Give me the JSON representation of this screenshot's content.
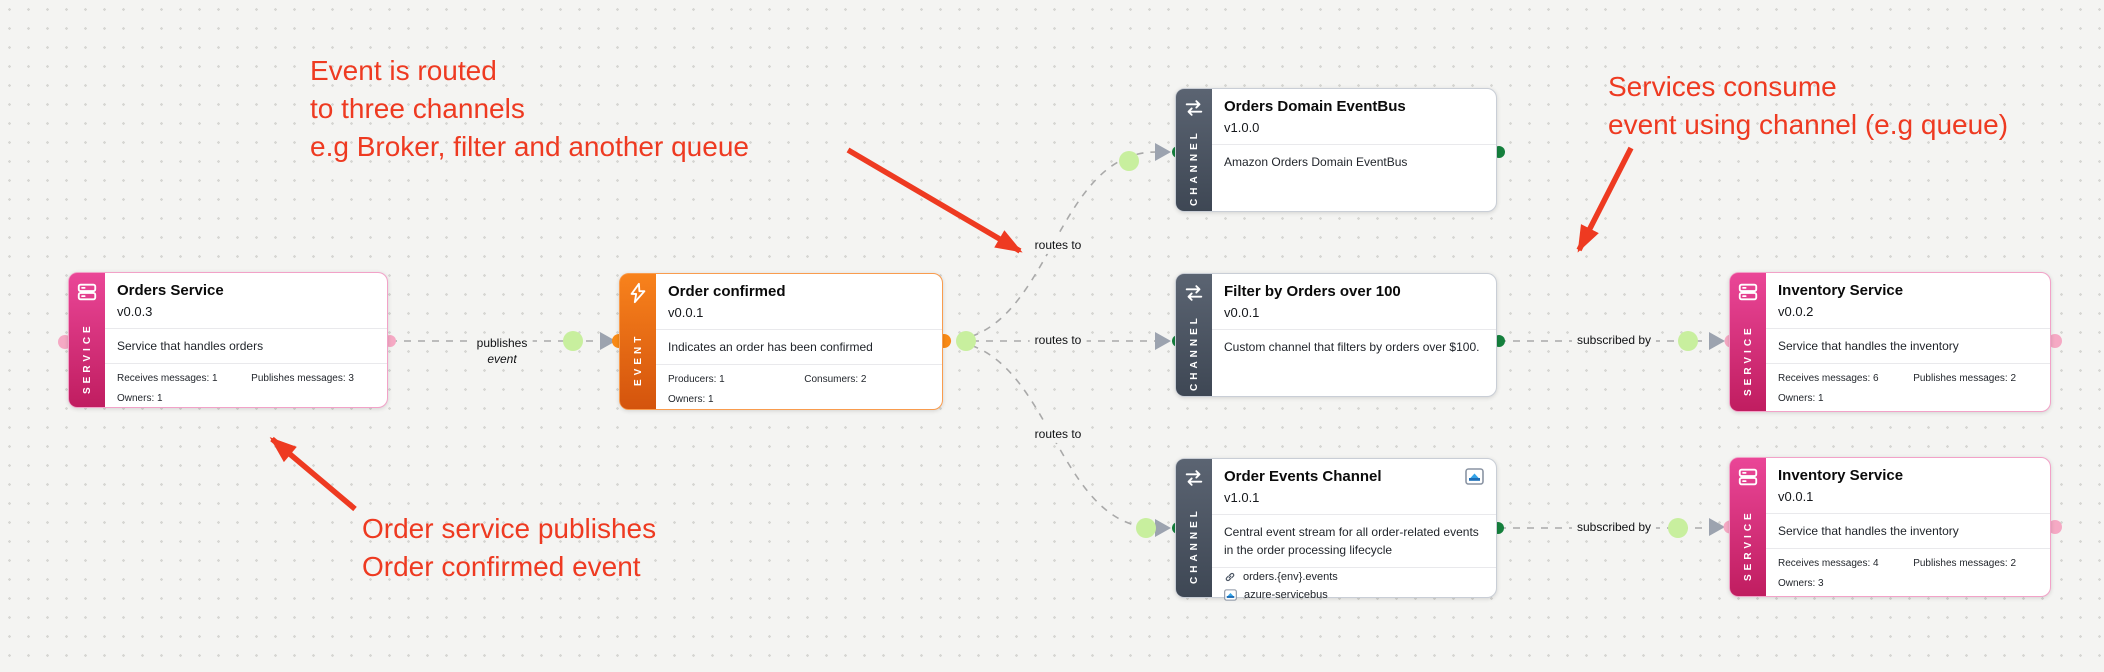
{
  "diagram": {
    "nodes": [
      {
        "id": "orders-service",
        "kind": "service",
        "type_label": "SERVICE",
        "icon": "server-icon",
        "title": "Orders Service",
        "version": "v0.0.3",
        "description": "Service that handles orders",
        "stats": [
          "Receives messages: 1",
          "Publishes messages: 3",
          "Owners: 1"
        ]
      },
      {
        "id": "order-confirmed",
        "kind": "event",
        "type_label": "EVENT",
        "icon": "bolt-icon",
        "title": "Order confirmed",
        "version": "v0.0.1",
        "description": "Indicates an order has been confirmed",
        "stats": [
          "Producers: 1",
          "Consumers: 2",
          "Owners: 1"
        ]
      },
      {
        "id": "orders-domain-eventbus",
        "kind": "channel",
        "type_label": "CHANNEL",
        "icon": "channel-arrows-icon",
        "title": "Orders Domain EventBus",
        "version": "v1.0.0",
        "description": "Amazon Orders Domain EventBus"
      },
      {
        "id": "filter-by-orders-over-100",
        "kind": "channel",
        "type_label": "CHANNEL",
        "icon": "channel-arrows-icon",
        "title": "Filter by Orders over 100",
        "version": "v0.0.1",
        "description": "Custom channel that filters by orders over $100."
      },
      {
        "id": "order-events-channel",
        "kind": "channel",
        "type_label": "CHANNEL",
        "icon": "channel-arrows-icon",
        "header_icon": "azure-servicebus-icon",
        "title": "Order Events Channel",
        "version": "v1.0.1",
        "description": "Central event stream for all order-related events in the order processing lifecycle",
        "address": "orders.{env}.events",
        "protocol": "azure-servicebus"
      },
      {
        "id": "inventory-service-v2",
        "kind": "service",
        "type_label": "SERVICE",
        "icon": "server-icon",
        "title": "Inventory Service",
        "version": "v0.0.2",
        "description": "Service that handles the inventory",
        "stats": [
          "Receives messages: 6",
          "Publishes messages: 2",
          "Owners: 1"
        ]
      },
      {
        "id": "inventory-service-v1",
        "kind": "service",
        "type_label": "SERVICE",
        "icon": "server-icon",
        "title": "Inventory Service",
        "version": "v0.0.1",
        "description": "Service that handles the inventory",
        "stats": [
          "Receives messages: 4",
          "Publishes messages: 2",
          "Owners: 3"
        ]
      }
    ],
    "edge_labels": {
      "publishes_line1": "publishes",
      "publishes_line2": "event",
      "routes_to": "routes to",
      "subscribed_by": "subscribed by"
    },
    "annotations": {
      "routing_note": {
        "line1": "Event is routed",
        "line2": "to three channels",
        "line3": "e.g Broker, filter and another queue"
      },
      "consume_note": {
        "line1": "Services consume",
        "line2": "event using channel (e.g queue)"
      },
      "publish_note": {
        "line1": "Order service publishes",
        "line2": "Order confirmed event"
      }
    }
  },
  "colors": {
    "service_accent": "#d6246e",
    "event_accent": "#f97316",
    "channel_accent": "#4b5563",
    "edge_gray": "#a9a9a9",
    "annotation_red": "#ee3a21",
    "handle_green": "#15803d",
    "flow_dot_green": "#c8ef9e",
    "handle_pink": "#f5a9c4",
    "handle_orange": "#f98a16"
  }
}
